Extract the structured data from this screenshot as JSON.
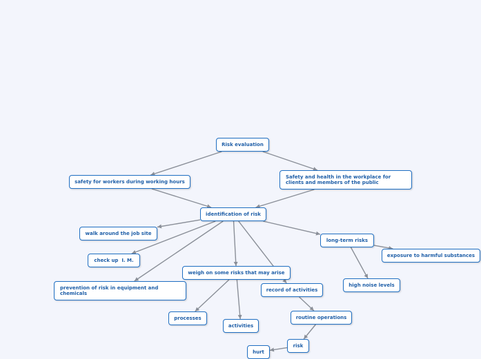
{
  "diagram": {
    "nodes": {
      "risk_evaluation": "Risk evaluation",
      "safety_workers": "safety for workers during working hours",
      "safety_health_public": "Safety and health in the workplace for clients and members of the public",
      "identification": "identification of risk",
      "walk_around": "walk around the job site",
      "check_up": "check up  I. M.",
      "prevention": "prevention of risk in equipment and chemicals",
      "weigh_risks": "weigh on some risks that may arise",
      "long_term": "long-term risks",
      "exposure": "exposure to harmful substances",
      "high_noise": "high noise levels",
      "record": "record of activities",
      "routine": "routine operations",
      "risk": "risk",
      "hurt": "hurt",
      "processes": "processes",
      "activities": "activities"
    },
    "colors": {
      "background": "#f3f5fc",
      "node_border": "#1f6fc3",
      "node_text": "#1f5fa8",
      "edge": "#8a8f98"
    },
    "edges": [
      [
        "risk_evaluation",
        "safety_workers"
      ],
      [
        "risk_evaluation",
        "safety_health_public"
      ],
      [
        "safety_workers",
        "identification"
      ],
      [
        "safety_health_public",
        "identification"
      ],
      [
        "identification",
        "walk_around"
      ],
      [
        "identification",
        "check_up"
      ],
      [
        "identification",
        "prevention"
      ],
      [
        "identification",
        "weigh_risks"
      ],
      [
        "identification",
        "long_term"
      ],
      [
        "identification",
        "record"
      ],
      [
        "long_term",
        "exposure"
      ],
      [
        "long_term",
        "high_noise"
      ],
      [
        "weigh_risks",
        "processes"
      ],
      [
        "weigh_risks",
        "activities"
      ],
      [
        "record",
        "routine"
      ],
      [
        "routine",
        "risk"
      ],
      [
        "risk",
        "hurt"
      ]
    ]
  }
}
